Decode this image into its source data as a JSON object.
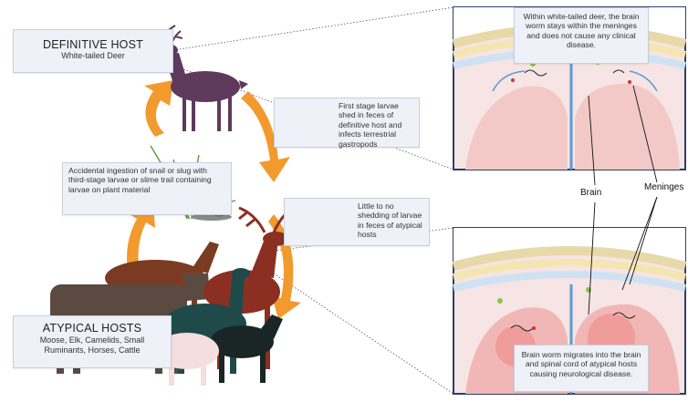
{
  "definitive_host": {
    "title": "DEFINITIVE HOST",
    "subtitle": "White-tailed Deer"
  },
  "atypical_hosts": {
    "title": "ATYPICAL HOSTS",
    "subtitle": "Moose, Elk, Camelids, Small Ruminants, Horses, Cattle"
  },
  "notes": {
    "larvae_shed": "First stage larvae shed in feces of definitive host and infects terrestrial gastropods",
    "accidental_ingestion": "Accidental ingestion of snail or slug with third-stage larvae or slime trail containing larvae on plant material",
    "little_shedding": "Little to no shedding of larvae in feces of atypical hosts",
    "deer_brain": "Within white-tailed deer, the brain worm stays within the meninges and does not cause any clinical disease.",
    "atypical_brain": "Brain worm migrates into the brain and spinal cord of atypical hosts causing neurological disease."
  },
  "labels": {
    "brain": "Brain",
    "meninges": "Meninges"
  },
  "colors": {
    "arrow": "#f29a2e",
    "deer": "#5e3a5c",
    "elk": "#8b2f22",
    "panel_border": "#2c3e6b",
    "brain_tissue": "#f3c9c8",
    "vessel_blue": "#5a9bd5"
  }
}
